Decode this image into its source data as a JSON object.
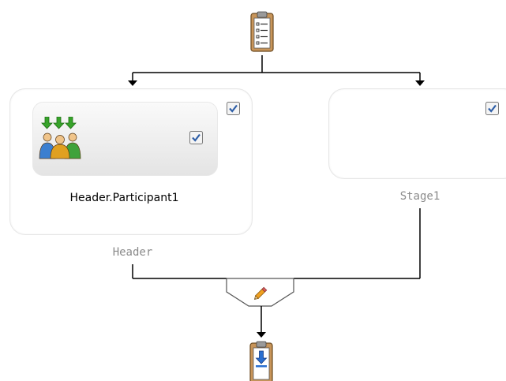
{
  "stages": [
    {
      "name": "Header",
      "participant": {
        "label": "Header.Participant1"
      }
    },
    {
      "name": "Stage1"
    }
  ],
  "icons": {
    "start": "clipboard-list-icon",
    "end": "clipboard-download-icon",
    "merge": "pencil-icon",
    "participant": "user-group-icon",
    "checkbox": "checked-checkbox-icon"
  },
  "colors": {
    "wire": "#000000",
    "check_accent": "#2f5fa7",
    "arrow_green": "#37a32a",
    "stage_label": "#8a8a8a"
  }
}
